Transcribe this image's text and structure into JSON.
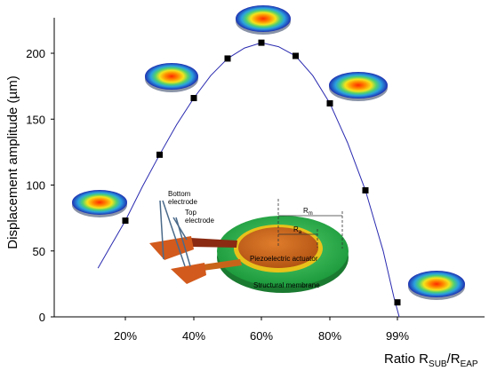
{
  "chart_data": {
    "type": "scatter",
    "title": "",
    "xlabel_main": "Ratio R",
    "xlabel_sub1": "SUB",
    "xlabel_slash": "/R",
    "xlabel_sub2": "EAP",
    "ylabel": "Displacement amplitude (µm)",
    "ylim": [
      0,
      225
    ],
    "yticks": [
      0,
      50,
      100,
      150,
      200
    ],
    "xticks": [
      {
        "x": 20,
        "label": "20%"
      },
      {
        "x": 40,
        "label": "40%"
      },
      {
        "x": 60,
        "label": "60%"
      },
      {
        "x": 80,
        "label": "80%"
      },
      {
        "x": 99,
        "label": "99%"
      }
    ],
    "series": [
      {
        "points": [
          {
            "x": 20,
            "y": 73
          },
          {
            "x": 30,
            "y": 123
          },
          {
            "x": 40,
            "y": 166
          },
          {
            "x": 50,
            "y": 196
          },
          {
            "x": 60,
            "y": 208
          },
          {
            "x": 70,
            "y": 198
          },
          {
            "x": 80,
            "y": 162
          },
          {
            "x": 90,
            "y": 96
          },
          {
            "x": 99,
            "y": 11
          }
        ]
      }
    ],
    "fit_curve": [
      {
        "x": 12,
        "y": 37
      },
      {
        "x": 16,
        "y": 55
      },
      {
        "x": 20,
        "y": 73
      },
      {
        "x": 25,
        "y": 99
      },
      {
        "x": 30,
        "y": 123
      },
      {
        "x": 35,
        "y": 146
      },
      {
        "x": 40,
        "y": 166
      },
      {
        "x": 45,
        "y": 183
      },
      {
        "x": 50,
        "y": 196
      },
      {
        "x": 55,
        "y": 204
      },
      {
        "x": 60,
        "y": 208
      },
      {
        "x": 65,
        "y": 205
      },
      {
        "x": 70,
        "y": 198
      },
      {
        "x": 75,
        "y": 183
      },
      {
        "x": 80,
        "y": 162
      },
      {
        "x": 85,
        "y": 132
      },
      {
        "x": 90,
        "y": 96
      },
      {
        "x": 95,
        "y": 50
      },
      {
        "x": 98,
        "y": 15
      },
      {
        "x": 99.5,
        "y": 0
      }
    ],
    "colors": {
      "line": "#2a2ab0",
      "marker": "#000000",
      "membrane": "#22b04a",
      "actuator": "#c8641a",
      "electrode": "#8a2a12"
    }
  },
  "inset": {
    "bottom_electrode": "Bottom\nelectrode",
    "top_electrode": "Top\nelectrode",
    "rm": "R",
    "rm_sub": "m",
    "ra": "R",
    "ra_sub": "a",
    "actuator_label": "Piezoelectric actuator",
    "membrane_label": "Structural membrane"
  }
}
